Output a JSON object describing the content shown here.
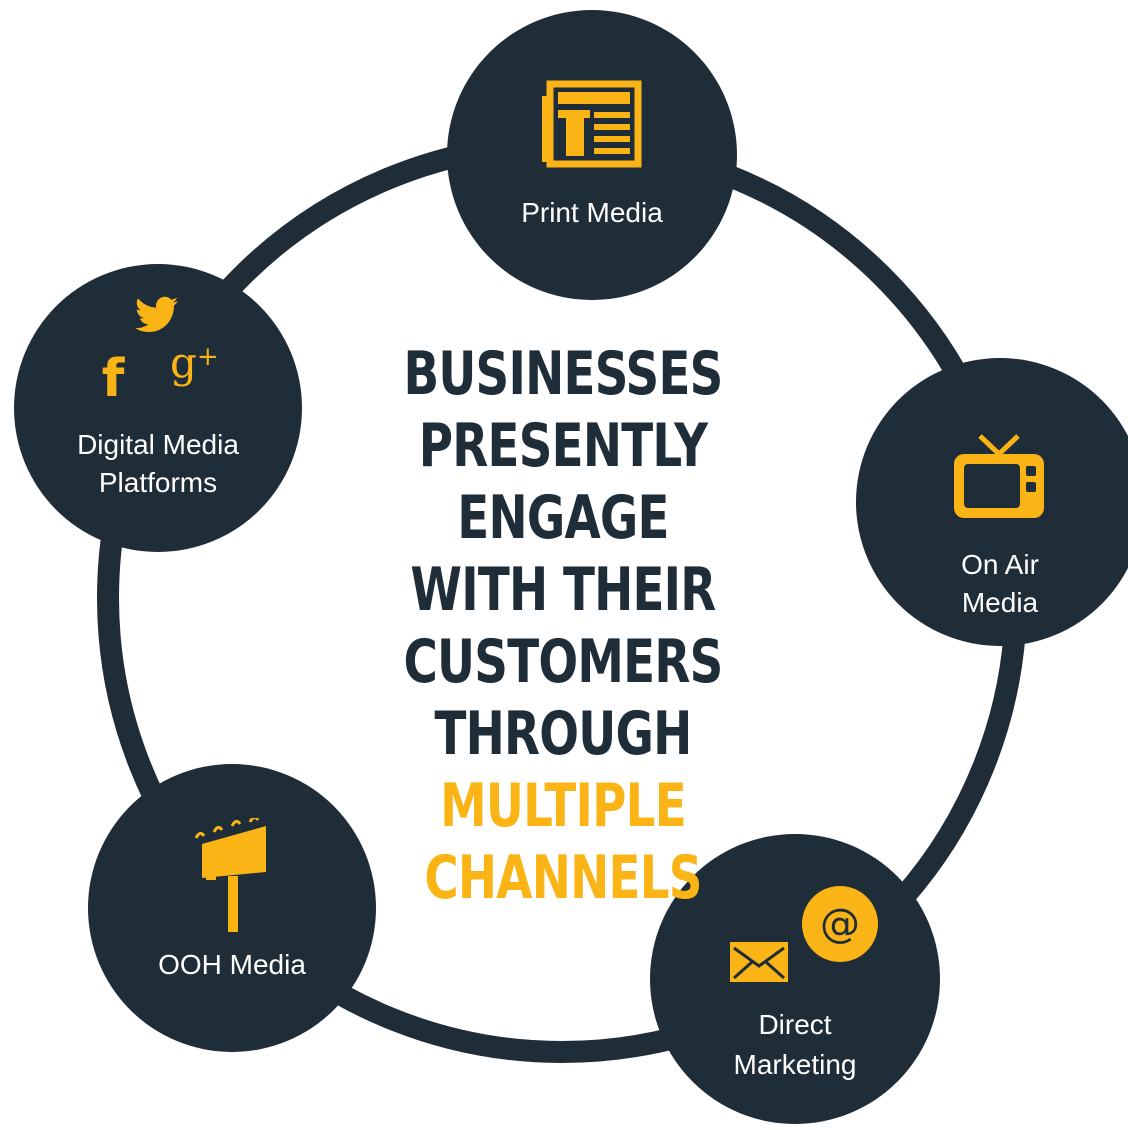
{
  "colors": {
    "dark": "#1f2d38",
    "accent": "#fbb416",
    "text_light": "#ffffff",
    "background": "#ffffff"
  },
  "headline": {
    "lines": [
      "BUSINESSES",
      "PRESENTLY ENGAGE",
      "WITH THEIR",
      "CUSTOMERS THROUGH"
    ],
    "accent_lines": [
      "MULTIPLE",
      "CHANNELS"
    ]
  },
  "nodes": {
    "print": {
      "label": "Print Media",
      "icon": "newspaper-icon"
    },
    "on_air": {
      "label_line1": "On Air",
      "label_line2": "Media",
      "icon": "tv-icon"
    },
    "direct": {
      "label_line1": "Direct",
      "label_line2": "Marketing",
      "icons": [
        "envelope-icon",
        "at-sign-icon"
      ],
      "at_symbol": "@"
    },
    "ooh": {
      "label": "OOH Media",
      "icon": "billboard-icon"
    },
    "digital": {
      "label_line1": "Digital Media",
      "label_line2": "Platforms",
      "icons": [
        "twitter-icon",
        "facebook-icon",
        "google-plus-icon"
      ],
      "facebook_glyph": "f",
      "gplus_glyph": "g",
      "gplus_plus": "+"
    }
  }
}
